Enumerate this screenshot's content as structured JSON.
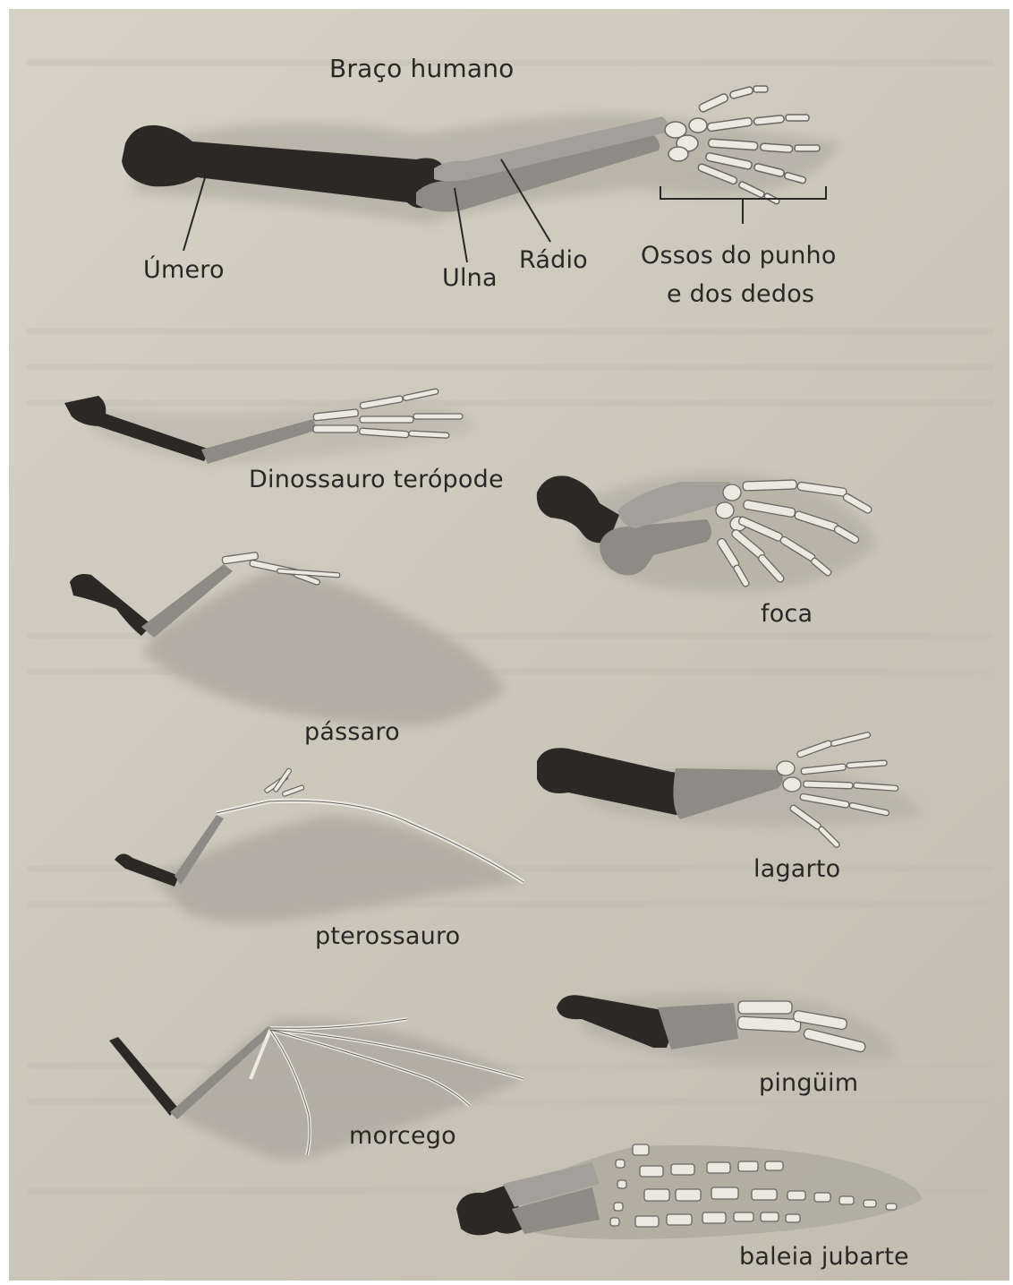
{
  "title": "Braço humano",
  "labels": {
    "umero": "Úmero",
    "ulna": "Ulna",
    "radio": "Rádio",
    "ossos_line1": "Ossos do punho",
    "ossos_line2": "e dos dedos"
  },
  "species": {
    "dinossauro": "Dinossauro terópode",
    "foca": "foca",
    "passaro": "pássaro",
    "lagarto": "lagarto",
    "pterossauro": "pterossauro",
    "pinguim": "pingüim",
    "morcego": "morcego",
    "baleia": "baleia jubarte"
  },
  "colors": {
    "paper": "#cfcbbf",
    "humerus": "#2b2826",
    "forearm": "#8e8b85",
    "bones_light": "#ece9e1",
    "shadow": "#b4b0a5"
  }
}
